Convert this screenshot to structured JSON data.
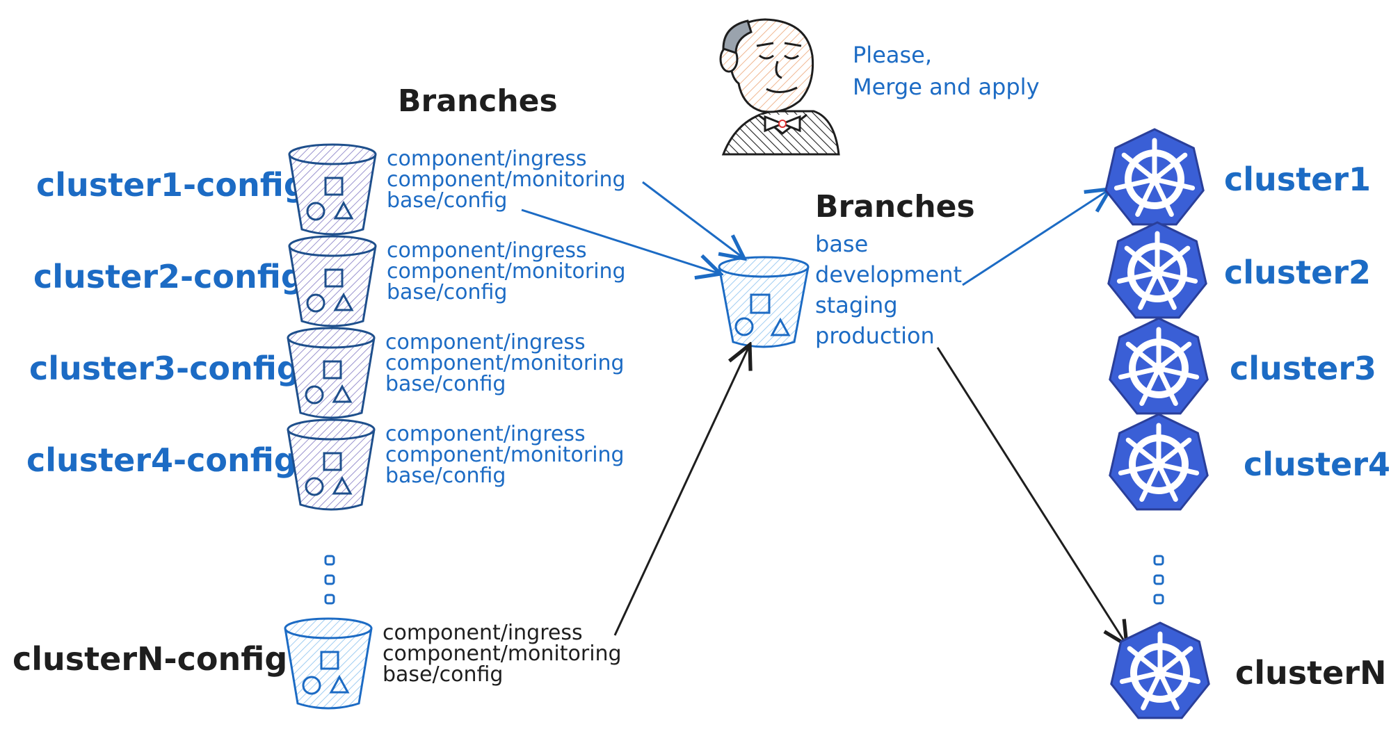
{
  "colors": {
    "blue": "#1c6bc4",
    "dark": "#1e1e1e",
    "k8s": "#3a5fd6",
    "bucket_fill_repo": "#a8a2d6",
    "bucket_fill_main": "#a9d4f5"
  },
  "left_header": "Branches",
  "mid_header": "Branches",
  "speech": {
    "line1": "Please,",
    "line2": "Merge and apply"
  },
  "repos": [
    {
      "name": "cluster1-config",
      "branches": [
        "component/ingress",
        "component/monitoring",
        "base/config"
      ]
    },
    {
      "name": "cluster2-config",
      "branches": [
        "component/ingress",
        "component/monitoring",
        "base/config"
      ]
    },
    {
      "name": "cluster3-config",
      "branches": [
        "component/ingress",
        "component/monitoring",
        "base/config"
      ]
    },
    {
      "name": "cluster4-config",
      "branches": [
        "component/ingress",
        "component/monitoring",
        "base/config"
      ]
    },
    {
      "name": "clusterN-config",
      "branches": [
        "component/ingress",
        "component/monitoring",
        "base/config"
      ]
    }
  ],
  "main_branches": [
    "base",
    "development",
    "staging",
    "production"
  ],
  "clusters": [
    "cluster1",
    "cluster2",
    "cluster3",
    "cluster4",
    "clusterN"
  ],
  "icons": [
    "bucket-icon",
    "kubernetes-icon",
    "jenkins-butler-icon",
    "square-shape-icon",
    "circle-shape-icon",
    "triangle-shape-icon",
    "ellipsis-dots-icon"
  ]
}
